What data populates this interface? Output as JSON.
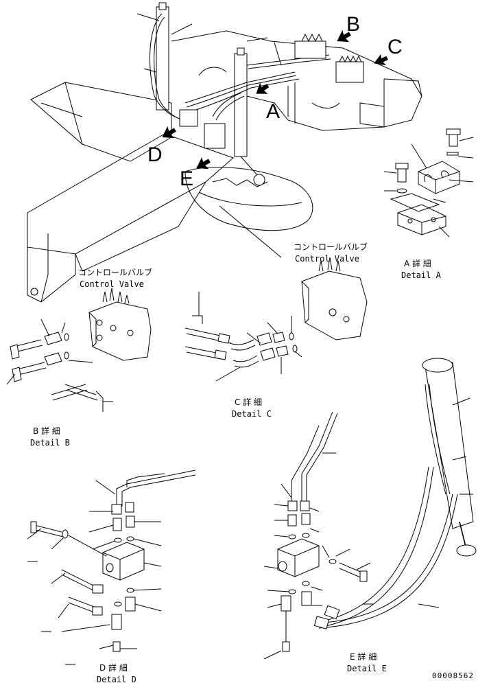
{
  "view_letters": [
    "A",
    "B",
    "C",
    "D",
    "E"
  ],
  "captions": {
    "control_valve_jp_1": "コントロールバルブ",
    "control_valve_en_1": "Control Valve",
    "control_valve_jp_2": "コントロールバルブ",
    "control_valve_en_2": "Control Valve",
    "detail_a_jp": "A 詳 細",
    "detail_a_en": "Detail A",
    "detail_b_jp": "B 詳 細",
    "detail_b_en": "Detail B",
    "detail_c_jp": "C 詳 細",
    "detail_c_en": "Detail C",
    "detail_d_jp": "D 詳 細",
    "detail_d_en": "Detail D",
    "detail_e_jp": "E 詳 細",
    "detail_e_en": "Detail E"
  },
  "drawing_number": "00008562",
  "colors": {
    "ink": "#000000",
    "paper": "#ffffff"
  }
}
